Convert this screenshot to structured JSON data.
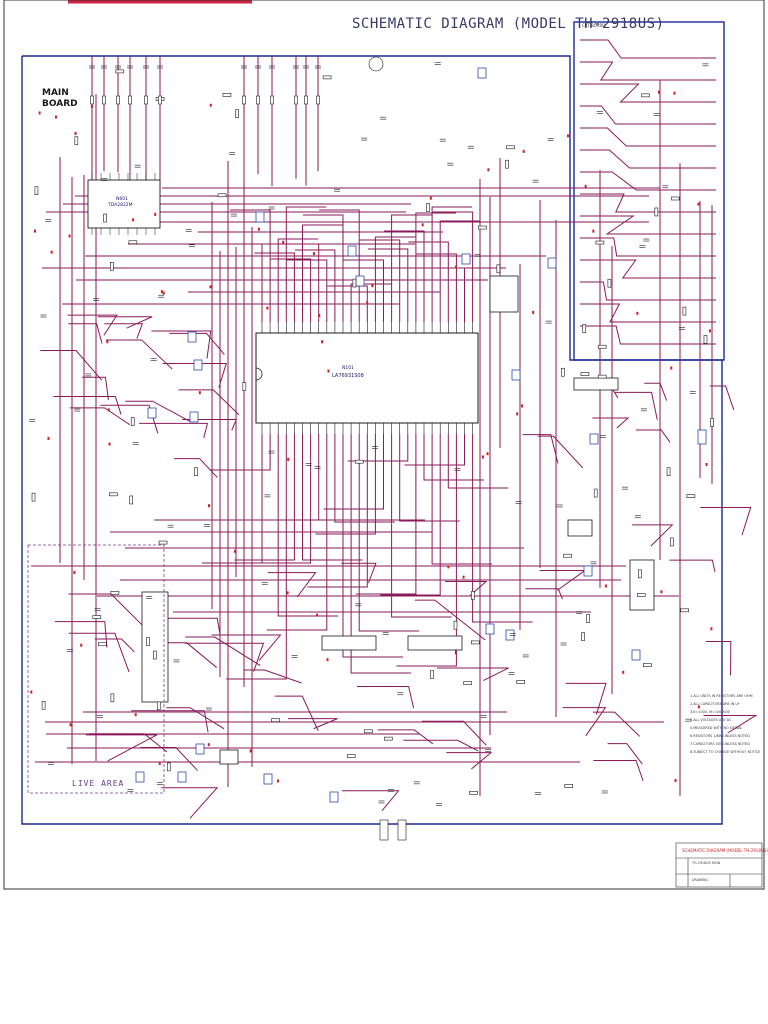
{
  "title": "SCHEMATIC DIAGRAM (MODEL TH-2918US)",
  "board_main": "MAIN\nBOARD",
  "board_crt": "CRT BOARD",
  "main_ic": {
    "ref": "N101",
    "part": "LA76931S08"
  },
  "audio_ic": {
    "ref": "N601",
    "part": "TDA2822M"
  },
  "live_area": "LIVE AREA",
  "notes": "1.ALL UNITS IN RESISTORS ARE OHM\n2.ALL CAPACITORS ARE IN uF\n3.K=1000, M=1000000\n4.ALL VOLTAGES ARE DC\n5.MEASURED WITH NO SIGNAL\n6.RESISTORS 1/8W UNLESS NOTED\n7.CAPACITORS 50V UNLESS NOTED\n8.SUBJECT TO CHANGE WITHOUT NOTICE",
  "title_block": {
    "heading": "SCHEMATIC DIAGRAM (MODEL TH-2918US)",
    "line1": "TH-2918US MAIN",
    "line2": "DRAWING"
  },
  "colors": {
    "wire": "#8a1a5a",
    "frame": "#1a2a9a",
    "component": "#1a1a1a",
    "ground": "#cc2222",
    "connector": "#2a4ab0"
  }
}
